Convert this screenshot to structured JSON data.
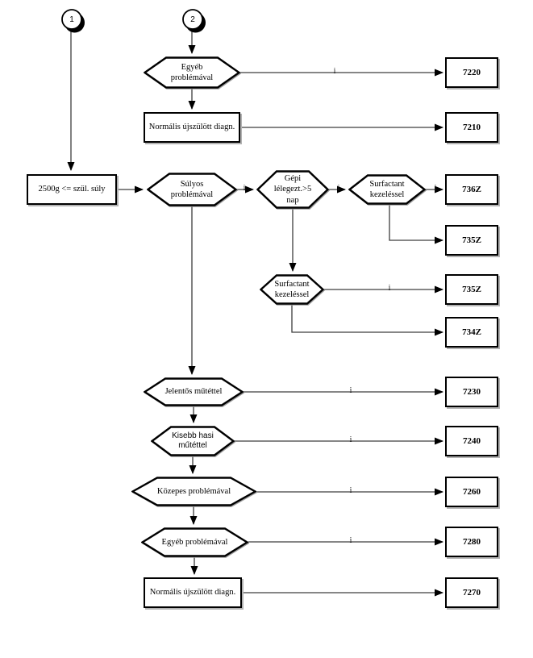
{
  "diagram": {
    "yes_label": "i",
    "start_1": "1",
    "start_2": "2",
    "nodes": {
      "egyeb_top": "Egyéb\nproblémával",
      "normalis_top": "Normális újszülött diagn.",
      "szul_suly": "2500g <= szül. súly",
      "sulyos": "Súlyos\nproblémával",
      "gepi": "Gépi\nlélegezt.>5\nnap",
      "surfactant_1": "Surfactant\nkezeléssel",
      "surfactant_2": "Surfactant\nkezeléssel",
      "jelentos": "Jelentős műtéttel",
      "kisebb": "Kisebb hasi\nműtéttel",
      "kozepes": "Közepes problémával",
      "egyeb_bottom": "Egyéb problémával",
      "normalis_bottom": "Normális újszülött diagn."
    },
    "codes": {
      "k7220": "7220",
      "k7210": "7210",
      "k736Z": "736Z",
      "k735Z_a": "735Z",
      "k735Z_b": "735Z",
      "k734Z": "734Z",
      "k7230": "7230",
      "k7240": "7240",
      "k7260": "7260",
      "k7280": "7280",
      "k7270": "7270"
    }
  }
}
